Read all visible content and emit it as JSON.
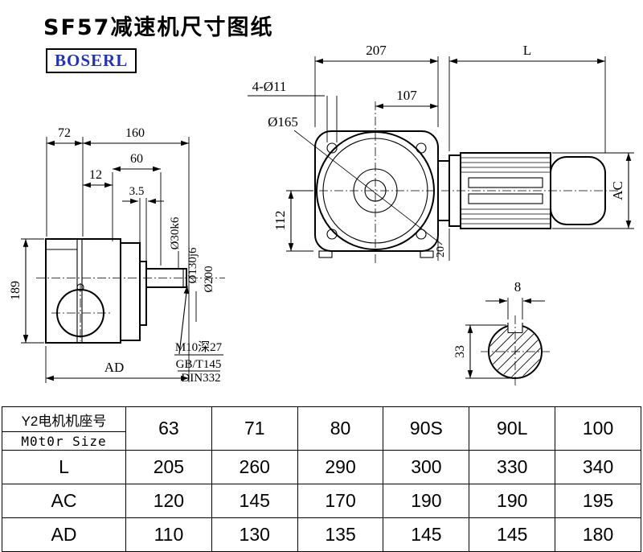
{
  "title": "SF57减速机尺寸图纸",
  "logo": "BOSERL",
  "drawing": {
    "front_view": {
      "dim_width": "207",
      "dim_motor_length": "L",
      "dim_107": "107",
      "dim_bolt_holes": "4-Ø11",
      "dim_flange_dia": "Ø165",
      "dim_112": "112",
      "dim_20": "20",
      "dim_motor_dia": "AC"
    },
    "side_view": {
      "dim_72": "72",
      "dim_160": "160",
      "dim_60": "60",
      "dim_12": "12",
      "dim_3_5": "3.5",
      "dim_height": "189",
      "dim_ad": "AD",
      "dim_shaft_dia": "Ø30k6",
      "dim_spigot_dia": "Ø130j6",
      "dim_flange_od": "Ø200",
      "tap_note": "M10深27",
      "std_note1": "GB/T145",
      "std_note2": "DIN332"
    },
    "shaft_section": {
      "dim_key_width": "8",
      "dim_key_height": "33"
    }
  },
  "table": {
    "motor_label_cn": "Y2电机机座号",
    "motor_label_en": "M0t0r Size",
    "sizes": [
      "63",
      "71",
      "80",
      "90S",
      "90L",
      "100"
    ],
    "rows": [
      {
        "label": "L",
        "values": [
          "205",
          "260",
          "290",
          "300",
          "330",
          "340"
        ]
      },
      {
        "label": "AC",
        "values": [
          "120",
          "145",
          "170",
          "190",
          "190",
          "195"
        ]
      },
      {
        "label": "AD",
        "values": [
          "110",
          "130",
          "135",
          "145",
          "145",
          "180"
        ]
      }
    ]
  }
}
